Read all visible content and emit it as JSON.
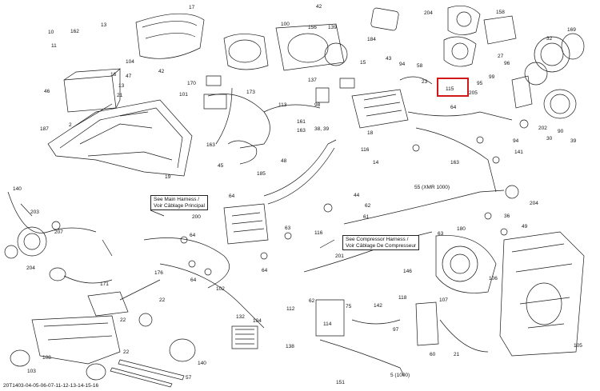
{
  "callouts": [
    {
      "text": "17"
    },
    {
      "text": "42"
    },
    {
      "text": "204"
    },
    {
      "text": "158"
    },
    {
      "text": "10"
    },
    {
      "text": "162"
    },
    {
      "text": "13"
    },
    {
      "text": "100"
    },
    {
      "text": "156"
    },
    {
      "text": "139"
    },
    {
      "text": "184"
    },
    {
      "text": "11"
    },
    {
      "text": "104"
    },
    {
      "text": "15"
    },
    {
      "text": "43"
    },
    {
      "text": "27"
    },
    {
      "text": "32"
    },
    {
      "text": "169"
    },
    {
      "text": "47"
    },
    {
      "text": "16"
    },
    {
      "text": "42"
    },
    {
      "text": "94"
    },
    {
      "text": "58"
    },
    {
      "text": "96"
    },
    {
      "text": "46"
    },
    {
      "text": "13"
    },
    {
      "text": "170"
    },
    {
      "text": "137"
    },
    {
      "text": "23"
    },
    {
      "text": "115"
    },
    {
      "text": "99"
    },
    {
      "text": "21"
    },
    {
      "text": "101"
    },
    {
      "text": "173"
    },
    {
      "text": "113"
    },
    {
      "text": "98"
    },
    {
      "text": "64"
    },
    {
      "text": "205"
    },
    {
      "text": "95"
    },
    {
      "text": "2"
    },
    {
      "text": "163"
    },
    {
      "text": "161"
    },
    {
      "text": "38, 39"
    },
    {
      "text": "18"
    },
    {
      "text": "202"
    },
    {
      "text": "90"
    },
    {
      "text": "187"
    },
    {
      "text": "163"
    },
    {
      "text": "116"
    },
    {
      "text": "94"
    },
    {
      "text": "30"
    },
    {
      "text": "39"
    },
    {
      "text": "45"
    },
    {
      "text": "48"
    },
    {
      "text": "14"
    },
    {
      "text": "141"
    },
    {
      "text": "19"
    },
    {
      "text": "185"
    },
    {
      "text": "163"
    },
    {
      "text": "55 (XMR 1000)"
    },
    {
      "text": "140"
    },
    {
      "text": "64"
    },
    {
      "text": "44"
    },
    {
      "text": "62"
    },
    {
      "text": "204"
    },
    {
      "text": "203"
    },
    {
      "text": "200"
    },
    {
      "text": "36"
    },
    {
      "text": "61"
    },
    {
      "text": "49"
    },
    {
      "text": "207"
    },
    {
      "text": "64"
    },
    {
      "text": "63"
    },
    {
      "text": "180"
    },
    {
      "text": "116"
    },
    {
      "text": "63"
    },
    {
      "text": "64"
    },
    {
      "text": "201"
    },
    {
      "text": "204"
    },
    {
      "text": "176"
    },
    {
      "text": "64"
    },
    {
      "text": "146"
    },
    {
      "text": "102"
    },
    {
      "text": "171"
    },
    {
      "text": "22"
    },
    {
      "text": "106"
    },
    {
      "text": "118"
    },
    {
      "text": "107"
    },
    {
      "text": "142"
    },
    {
      "text": "22"
    },
    {
      "text": "104"
    },
    {
      "text": "132"
    },
    {
      "text": "112"
    },
    {
      "text": "62"
    },
    {
      "text": "75"
    },
    {
      "text": "108"
    },
    {
      "text": "114"
    },
    {
      "text": "105"
    },
    {
      "text": "97"
    },
    {
      "text": "138"
    },
    {
      "text": "140"
    },
    {
      "text": "103"
    },
    {
      "text": "22"
    },
    {
      "text": "57"
    },
    {
      "text": "151"
    },
    {
      "text": "5 (1000)"
    },
    {
      "text": "60"
    },
    {
      "text": "21"
    }
  ],
  "notes": {
    "main_harness": [
      "See Main Harness /",
      "Voir Câblage Principal"
    ],
    "compressor_harness": [
      "See Compressor Harness /",
      "Voir Câblage De Compresseur"
    ]
  },
  "highlight": {
    "label": "115",
    "color": "#d01818"
  },
  "footer": "20T1403-04-05-06-07-11-12-13-14-15-16"
}
